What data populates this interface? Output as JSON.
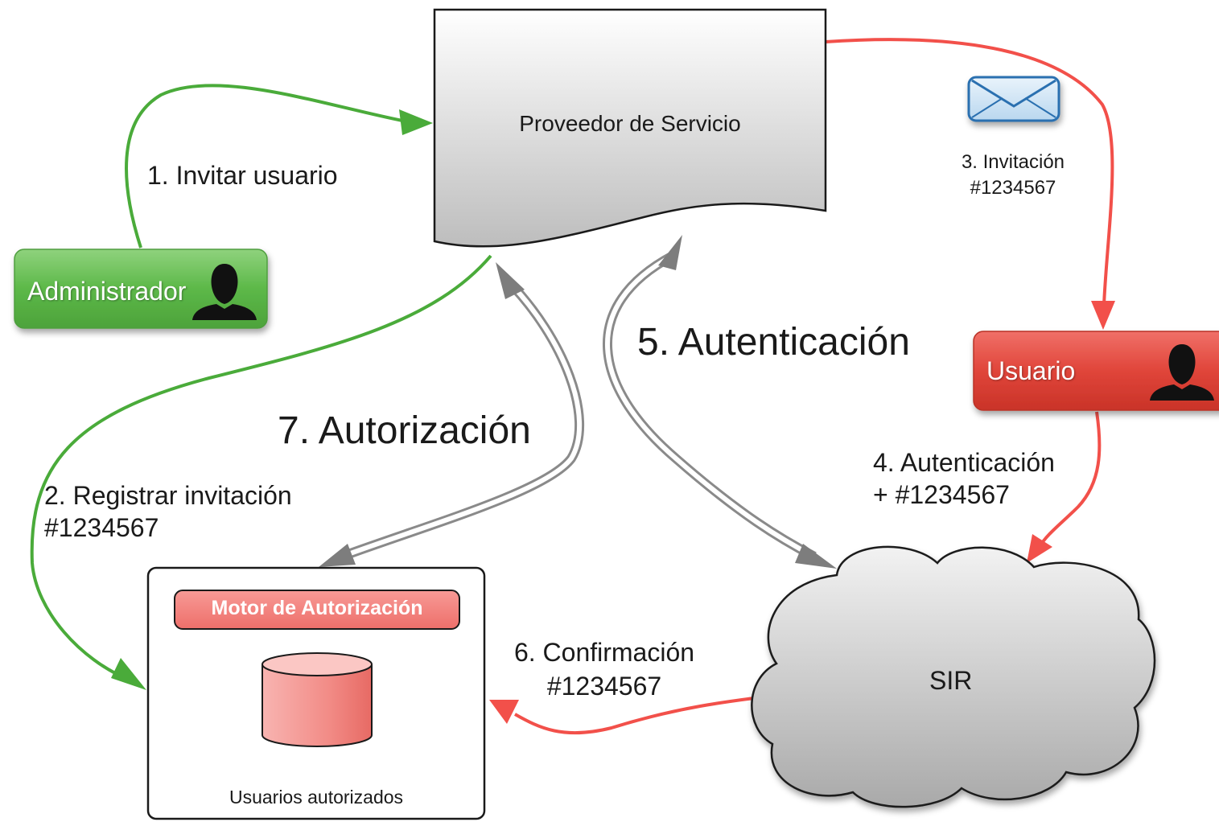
{
  "diagram": {
    "nodes": {
      "provider": {
        "label": "Proveedor de Servicio"
      },
      "admin": {
        "label": "Administrador",
        "icon": "person-silhouette-icon",
        "color": "#5cb848"
      },
      "user": {
        "label": "Usuario",
        "icon": "person-silhouette-icon",
        "color": "#e0453a"
      },
      "sir": {
        "label": "SIR"
      },
      "engine": {
        "title": "Motor de Autorización",
        "caption": "Usuarios autorizados",
        "icon": "database-icon",
        "color": "#f07c78"
      }
    },
    "edges": {
      "e1": {
        "label": "1. Invitar usuario",
        "color": "#4aab3a"
      },
      "e2": {
        "label_line1": "2. Registrar invitación",
        "label_line2": "#1234567",
        "color": "#4aab3a"
      },
      "e3": {
        "label_line1": "3. Invitación",
        "label_line2": "#1234567",
        "icon": "envelope-icon",
        "color": "#f2504a"
      },
      "e4": {
        "label_line1": "4. Autenticación",
        "label_line2": "+ #1234567",
        "color": "#f2504a"
      },
      "e5": {
        "label": "5. Autenticación",
        "color": "#888888"
      },
      "e6": {
        "label_line1": "6. Confirmación",
        "label_line2": "#1234567",
        "color": "#f2504a"
      },
      "e7": {
        "label": "7. Autorización",
        "color": "#888888"
      }
    }
  }
}
